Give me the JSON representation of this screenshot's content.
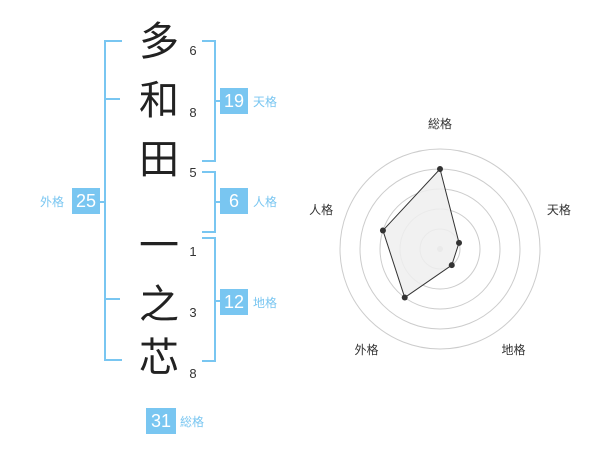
{
  "name_chars": [
    {
      "char": "多",
      "strokes": "6"
    },
    {
      "char": "和",
      "strokes": "8"
    },
    {
      "char": "田",
      "strokes": "5"
    },
    {
      "char": "一",
      "strokes": "1"
    },
    {
      "char": "之",
      "strokes": "3"
    },
    {
      "char": "芯",
      "strokes": "8"
    }
  ],
  "kakusu": {
    "tenkaku": {
      "label": "天格",
      "value": "19"
    },
    "jinkaku": {
      "label": "人格",
      "value": "6"
    },
    "chikaku": {
      "label": "地格",
      "value": "12"
    },
    "gaikaku": {
      "label": "外格",
      "value": "25"
    },
    "soukaku": {
      "label": "総格",
      "value": "31"
    }
  },
  "colors": {
    "accent": "#79c6f1",
    "text": "#222222",
    "grid": "#cccccc",
    "fill": "#efefef"
  },
  "chart_data": {
    "type": "radar",
    "axes": [
      "総格",
      "天格",
      "地格",
      "外格",
      "人格"
    ],
    "values": [
      4,
      1,
      1,
      3,
      3
    ],
    "max": 5,
    "rings": 5
  }
}
